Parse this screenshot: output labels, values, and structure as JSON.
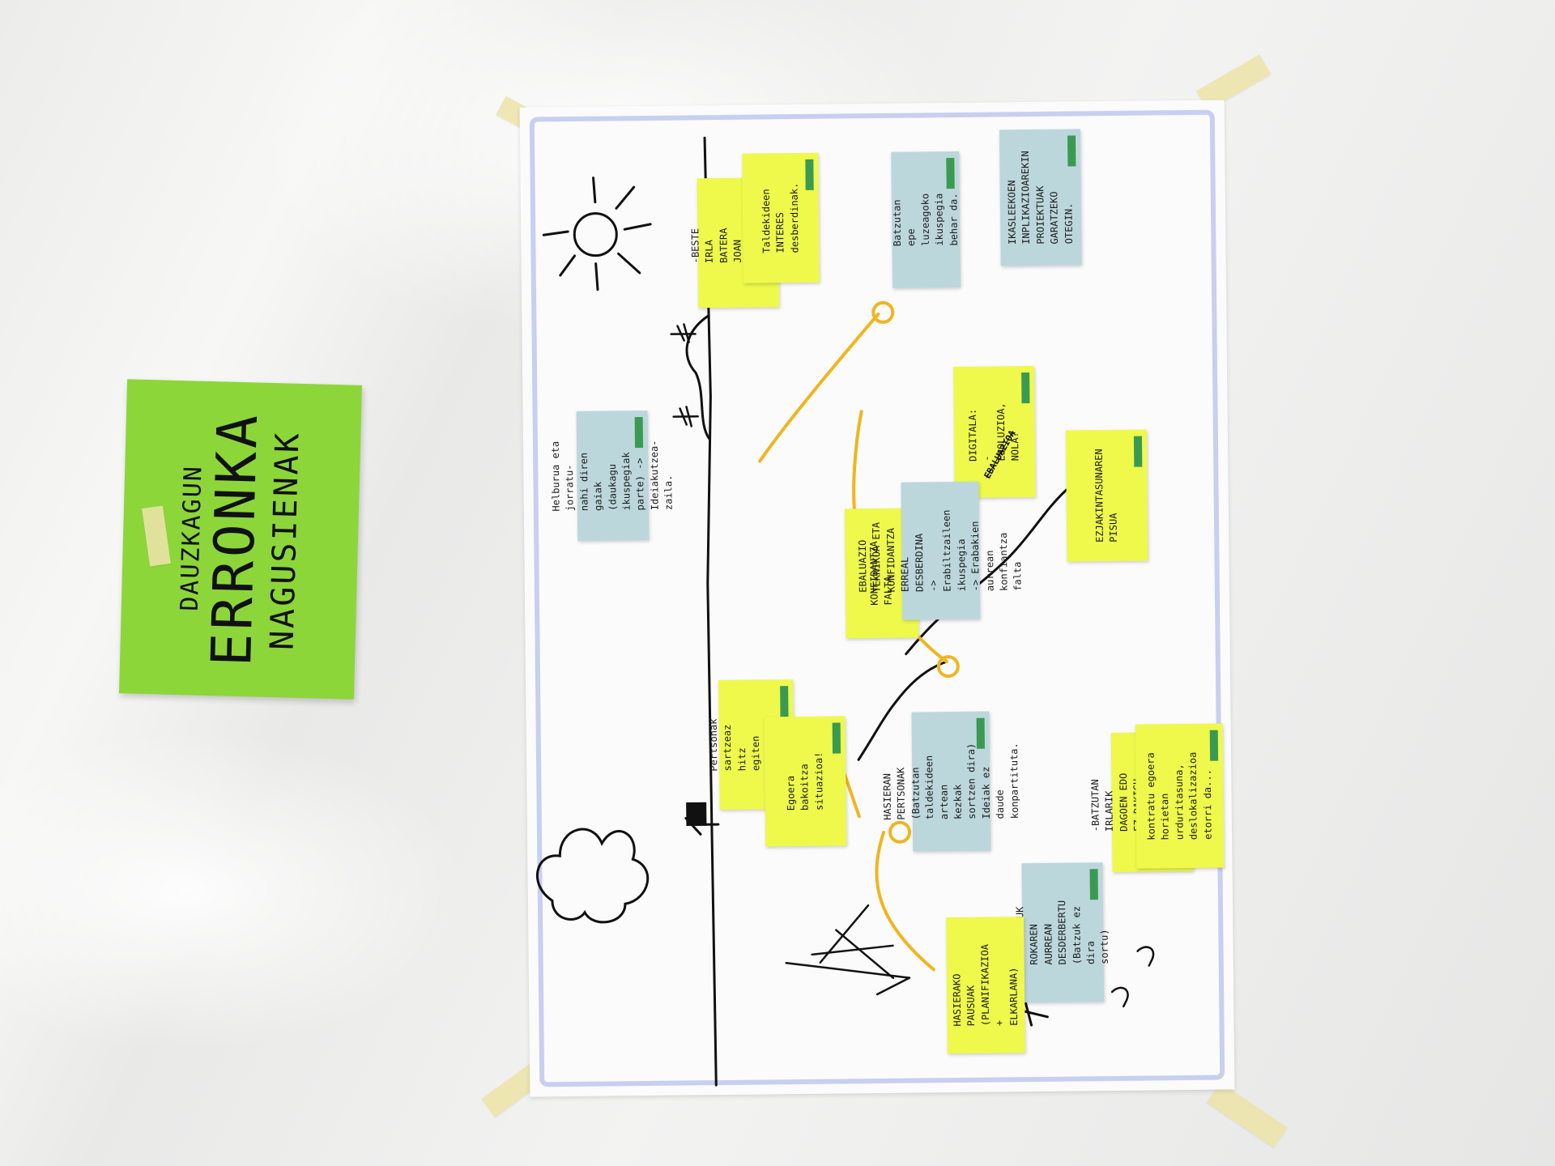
{
  "sign": {
    "line1": "DAUZKAGUN",
    "line2": "ERRONKA",
    "line3": "NAGUSIENAK"
  },
  "notes": [
    {
      "id": "beste-irla",
      "text": "-BESTE IRLA BATERA\nJOAN NAHI BATEN\nDUGU."
    },
    {
      "id": "taldekideen",
      "text": "Taldekideen INTERES\ndesberdinak."
    },
    {
      "id": "batzutan-epe",
      "text": "Batzutan epe\nluzeagoko ikuspegia\nbehar da."
    },
    {
      "id": "ikasleak",
      "text": "IKASLEEKOEN\nINPLIKAZIOAREKIN\nPROIEKTUAK GARATZEKO\nOTEGIN."
    },
    {
      "id": "helburua",
      "text": "Helburua eta jorratu-\nnahi diren gaiak\n(daukagu ikuspegiak\nparte) -> Ideiakutzea-\nzaila."
    },
    {
      "id": "digitala",
      "text": "DIGITALA:\n-EBOLUZIOA, NOLA?"
    },
    {
      "id": "ebaluazioa",
      "text": "EBALUAZIOA"
    },
    {
      "id": "ezjakintasuna",
      "text": "EZJAKINTASUNAREN\nPISUA"
    },
    {
      "id": "konfiantza",
      "text": "KONFIDANTZA\nFALTA"
    },
    {
      "id": "ebaluazio-teknikoa",
      "text": "EBALUAZIO TEKNIKOA ETA\nKONFIDANTZA ERREAL\nDESBERDINA\n-> Erabiltzaileen ikuspegia\n-> Erabakien aurrean\nkonfiantza falta"
    },
    {
      "id": "pertsonak",
      "text": "Pertsonak sartzeaz hitz\negiten dugu. Iraganean\nlanean."
    },
    {
      "id": "egoera",
      "text": "Egoera bakoitza\nsituazioa!"
    },
    {
      "id": "hasieran-pertsonak",
      "text": "HASIERAN PERTSONAK\n(Batzutan taldekideen artean\nkezkak sortzen dira)\nIdeiak ez daude\nkonpartituta."
    },
    {
      "id": "batzutan-irlarik",
      "text": "-BATZUTAN IRLARIK\nDAGOEN EDO EZ DAKIGU\neta MARYAN JARTZEN\nGARA (Batzutan dorretara)"
    },
    {
      "id": "kontratu",
      "text": "kontratu egoera horietan\nurduritasuna, deslokalizazioa\netorri da..."
    },
    {
      "id": "lan-batzuk",
      "text": "LAN BATZUK ROKAREN\nAURREAN DESDERBERTU\n(Batzuk ez dira\nsortu)"
    },
    {
      "id": "hasierako-pausuak",
      "text": "HASIERAKO PAUSUAK\n(PLANIFIKAZIOA +\nELKARLANA)"
    }
  ],
  "colors": {
    "yellow_note": "#eef94c",
    "blue_note": "#bcd7dc",
    "sign_green": "#8cd63a",
    "orange_path": "#f0b51f",
    "ink": "#111111",
    "paper_frame": "#c8cff0"
  }
}
